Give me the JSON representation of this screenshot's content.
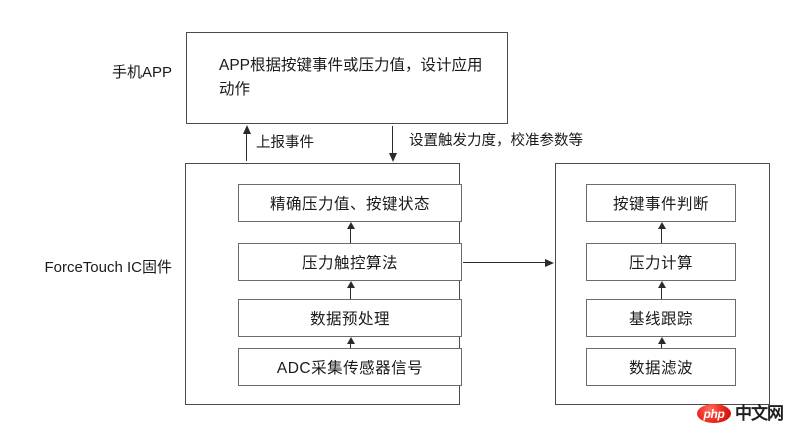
{
  "diagram": {
    "title_present": false,
    "layers": [
      {
        "id": "app-layer",
        "side_label": "手机APP",
        "box_text": "APP根据按键事件或压力值，设计应用动作"
      },
      {
        "id": "firmware-layer",
        "side_label": "ForceTouch IC固件"
      }
    ],
    "arrows": [
      {
        "id": "report-event-arrow",
        "label": "上报事件",
        "direction": "up"
      },
      {
        "id": "config-arrow",
        "label": "设置触发力度，校准参数等",
        "direction": "down"
      },
      {
        "id": "algo-to-right-arrow",
        "label": "",
        "direction": "right"
      }
    ],
    "left_stack": {
      "name": "firmware-main-pipeline",
      "boxes": [
        {
          "label": "精确压力值、按键状态"
        },
        {
          "label": "压力触控算法"
        },
        {
          "label": "数据预处理"
        },
        {
          "label": "ADC采集传感器信号"
        }
      ]
    },
    "right_stack": {
      "name": "firmware-sub-pipeline",
      "boxes": [
        {
          "label": "按键事件判断"
        },
        {
          "label": "压力计算"
        },
        {
          "label": "基线跟踪"
        },
        {
          "label": "数据滤波"
        }
      ]
    },
    "watermark": {
      "badge_text": "php",
      "text": "中文网",
      "badge_color": "#e8231a"
    },
    "colors": {
      "background": "#ffffff",
      "outer_border": "#4a4a4a",
      "inner_border": "#6b6b6b",
      "arrow": "#2b2b2b",
      "text": "#1a1a1a"
    }
  }
}
